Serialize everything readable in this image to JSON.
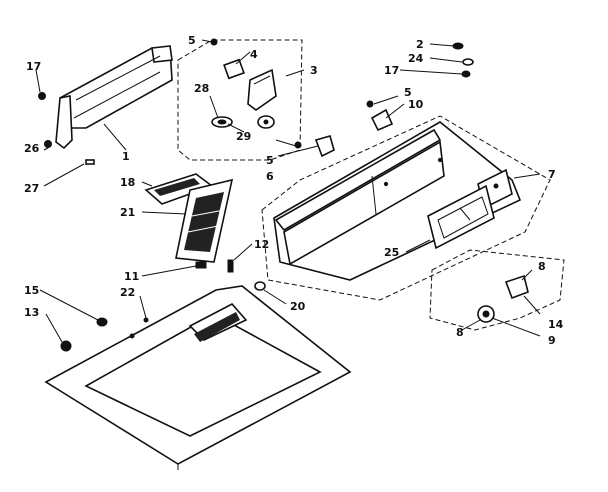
{
  "callouts": {
    "c17a": "17",
    "c26": "26",
    "c27": "27",
    "c1": "1",
    "c5a": "5",
    "c4": "4",
    "c3": "3",
    "c28": "28",
    "c29": "29",
    "c5b": "5",
    "c6": "6",
    "c2": "2",
    "c24": "24",
    "c17b": "17",
    "c5c": "5",
    "c10": "10",
    "c7": "7",
    "c18": "18",
    "c21": "21",
    "c12": "12",
    "c11": "11",
    "c20": "20",
    "c15": "15",
    "c22": "22",
    "c13": "13",
    "c25": "25",
    "c8a": "8",
    "c8b": "8",
    "c14": "14",
    "c9": "9"
  }
}
